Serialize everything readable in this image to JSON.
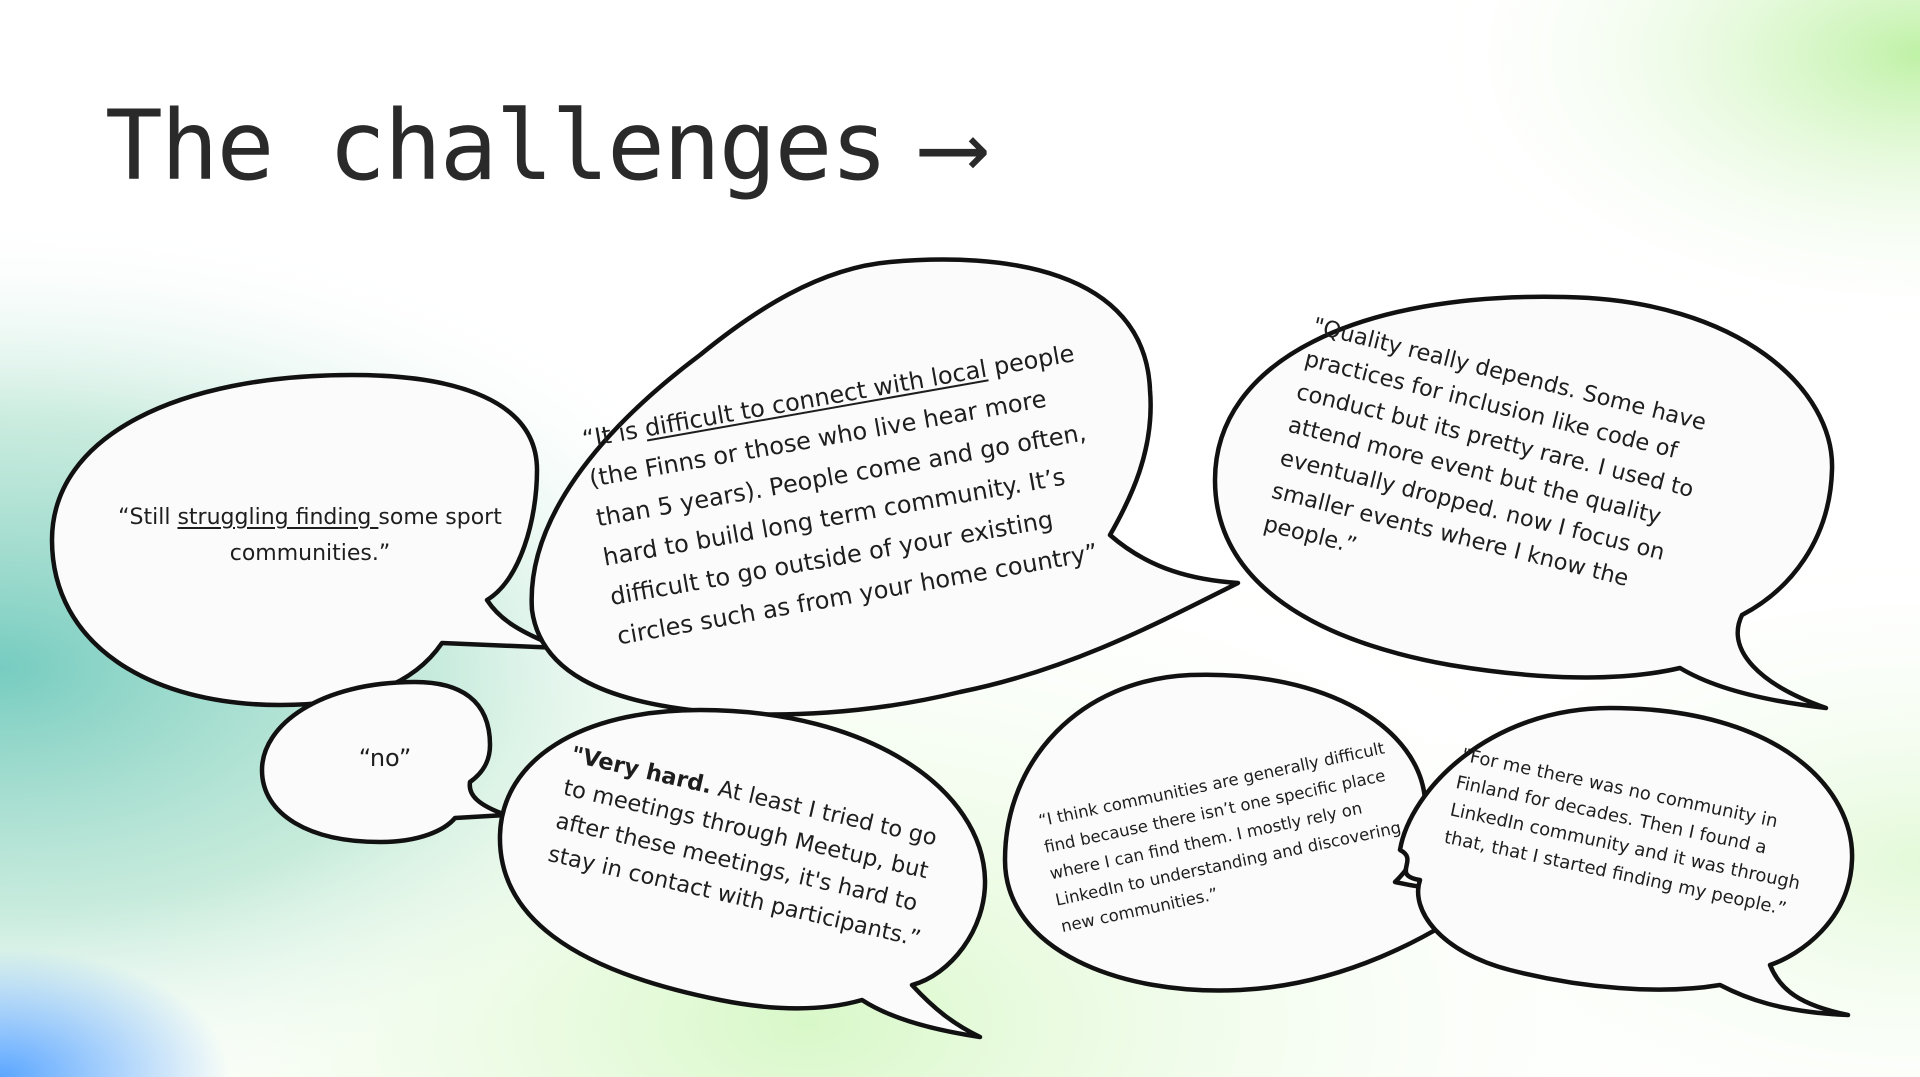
{
  "page": {
    "title": "The challenges",
    "title_arrow": "⟶"
  },
  "colors": {
    "background": "#ffffff",
    "glow_teal": "#6fc9bd",
    "glow_green": "#c8f5b4",
    "glow_blue": "#5aa6ff",
    "bubble_fill": "#fbfbfb",
    "bubble_outline": "#111111",
    "text": "#1e1e1e"
  },
  "quotes": [
    {
      "id": "q1",
      "parts": [
        {
          "text": "“Still "
        },
        {
          "text": "struggling finding ",
          "style": "underline"
        },
        {
          "text": "some sport communities.”"
        }
      ]
    },
    {
      "id": "q2",
      "parts": [
        {
          "text": "“It is "
        },
        {
          "text": "difficult to connect with local",
          "style": "underline"
        },
        {
          "text": " people (the Finns or those who live hear more than 5 years). People come and go often, hard to build long term community. It’s difficult to go outside of your existing circles such as from your home country”"
        }
      ]
    },
    {
      "id": "q3",
      "parts": [
        {
          "text": "\"Quality really depends. Some have practices for inclusion like code of conduct but its pretty rare. I used to attend more event but the quality eventually dropped. now I focus on smaller events where I know the people.”"
        }
      ]
    },
    {
      "id": "q4",
      "parts": [
        {
          "text": "“no”"
        }
      ]
    },
    {
      "id": "q5",
      "parts": [
        {
          "text": "\"Very hard.",
          "style": "bold"
        },
        {
          "text": " At least I tried to go to meetings through Meetup, but after these meetings, it's hard to stay in contact with participants.”"
        }
      ]
    },
    {
      "id": "q6",
      "parts": [
        {
          "text": "“I think communities are generally difficult find because there isn’t one specific place where I can find them. I mostly rely on LinkedIn to understanding and discovering new communities.”"
        }
      ]
    },
    {
      "id": "q7",
      "parts": [
        {
          "text": "\"For me there was no community in Finland for decades. Then I found a LinkedIn community and it was through that, that I started finding my people.”"
        }
      ]
    }
  ]
}
